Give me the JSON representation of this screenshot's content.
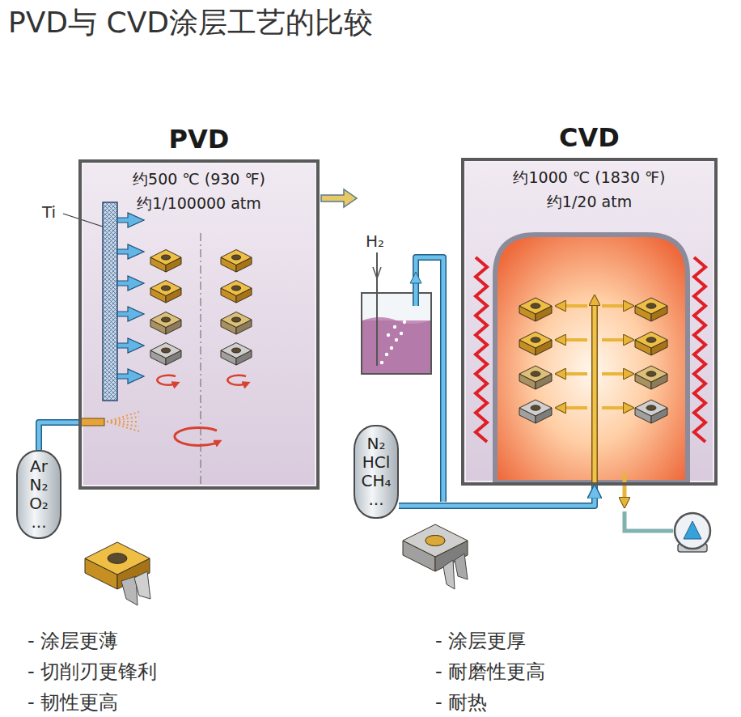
{
  "diagram": {
    "title": "PVD与 CVD涂层工艺的比较",
    "nodes": [
      {
        "text": [
          "PVD",
          "约500 ℃ (930 ℉)",
          "约1/100000 atm"
        ]
      },
      {
        "text": [
          "Ar N₂ O₂ ..."
        ]
      },
      {
        "text": [
          "CVD",
          "约1000 ℃ (1830 ℉)",
          "约1/20 atm"
        ]
      },
      {
        "text": [
          "N₂ HCl CH₄ ..."
        ]
      }
    ],
    "edges": [
      {
        "from": 1,
        "to": 0,
        "arrow": "none"
      },
      {
        "from": 3,
        "to": 2,
        "arrow": "to"
      }
    ],
    "labels": [
      "Ti",
      "H₂",
      "- 涂层更薄",
      "- 切削刃更锋利",
      "- 韧性更高",
      "- 涂层更厚",
      "- 耐磨性更高",
      "- 耐热"
    ]
  }
}
